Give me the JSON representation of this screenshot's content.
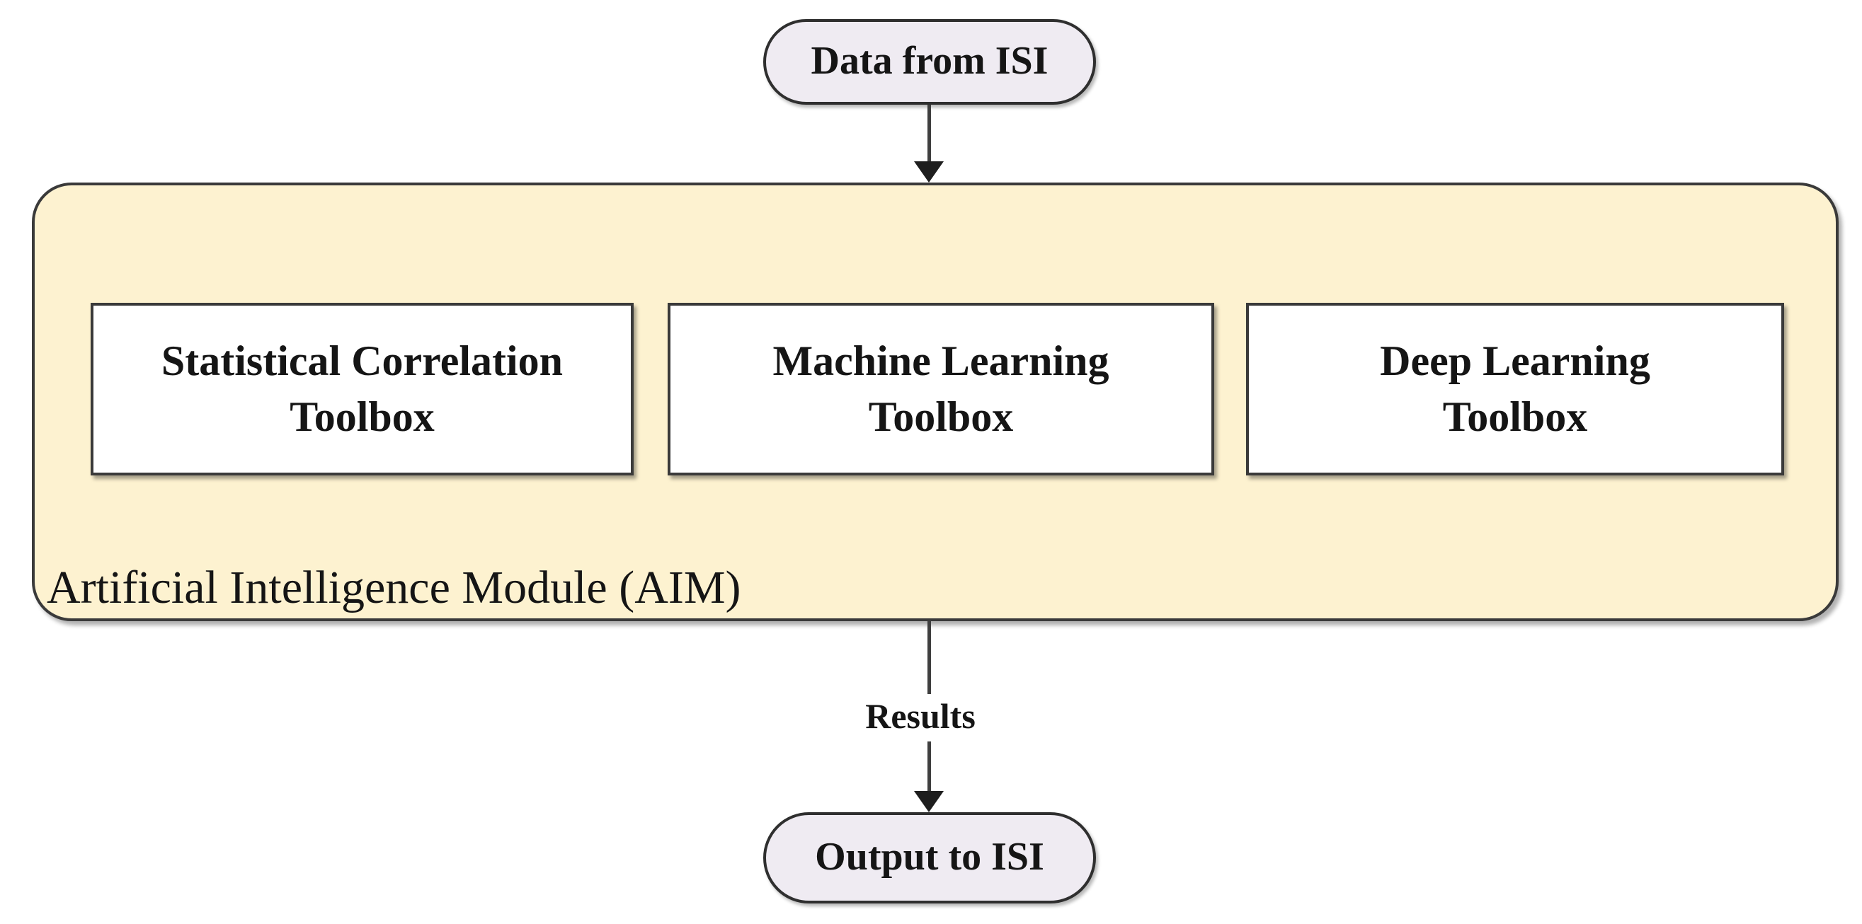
{
  "diagram": {
    "start_node_label": "Data from ISI",
    "aim_label": "Artificial Intelligence Module (AIM)",
    "toolboxes": [
      {
        "lines": [
          "Statistical Correlation",
          "Toolbox"
        ]
      },
      {
        "lines": [
          "Machine Learning",
          "Toolbox"
        ]
      },
      {
        "lines": [
          "Deep Learning",
          "Toolbox"
        ]
      }
    ],
    "results_label": "Results",
    "end_node_label": "Output to ISI",
    "colors": {
      "module_fill": "#FDF2D0",
      "terminator_fill": "#EFEBF2",
      "toolbox_fill": "#FFFFFF",
      "border_color": "#3A3A3A",
      "arrow_color": "#3F3F3F",
      "text_color": "#151515"
    }
  }
}
